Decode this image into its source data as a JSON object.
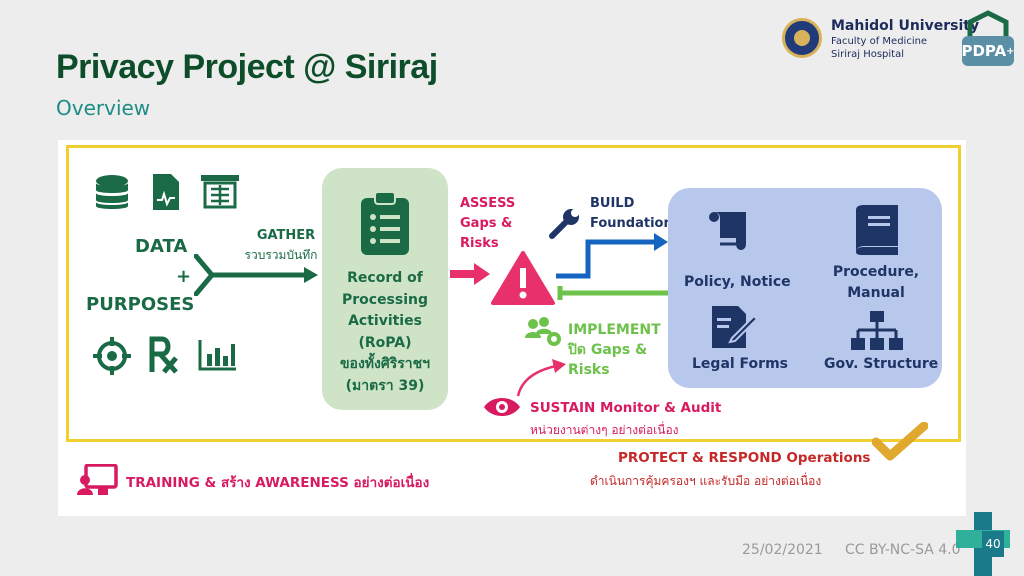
{
  "slide": {
    "title": "Privacy Project @ Siriraj",
    "subtitle": "Overview"
  },
  "logo": {
    "university": "Mahidol University",
    "faculty": "Faculty of Medicine",
    "hospital": "Siriraj Hospital",
    "badge": "PDPA"
  },
  "diagram": {
    "data_label": "DATA",
    "plus": "+",
    "purposes_label": "PURPOSES",
    "gather_en": "GATHER",
    "gather_th": "รวบรวมบันทึก",
    "ropa_lines": [
      "Record of",
      "Processing",
      "Activities",
      "(RoPA)",
      "ของทั้งศิริราชฯ",
      "(มาตรา 39)"
    ],
    "assess_lines": [
      "ASSESS",
      "Gaps &",
      "Risks"
    ],
    "build_lines": [
      "BUILD",
      "Foundations"
    ],
    "implement_lines": [
      "IMPLEMENT",
      "ปิด Gaps &",
      "Risks"
    ],
    "sustain_en": "SUSTAIN Monitor & Audit",
    "sustain_th": "หน่วยงานต่างๆ อย่างต่อเนื่อง",
    "policy": "Policy, Notice",
    "procedure_lines": [
      "Procedure,",
      "Manual"
    ],
    "legal_forms": "Legal Forms",
    "gov_structure": "Gov. Structure",
    "protect_en": "PROTECT & RESPOND Operations",
    "protect_th": "ดำเนินการคุ้มครองฯ และรับมือ อย่างต่อเนื่อง",
    "training": "TRAINING & สร้าง AWARENESS อย่างต่อเนื่อง"
  },
  "colors": {
    "green": "#1a6b45",
    "teal": "#1e8c86",
    "pink": "#d81b60",
    "navy": "#1f3566",
    "blue": "#1565c0",
    "lime": "#6cc24a",
    "gold": "#e0a82e"
  },
  "footer": {
    "date": "25/02/2021",
    "license": "CC BY-NC-SA 4.0",
    "page": "40"
  }
}
